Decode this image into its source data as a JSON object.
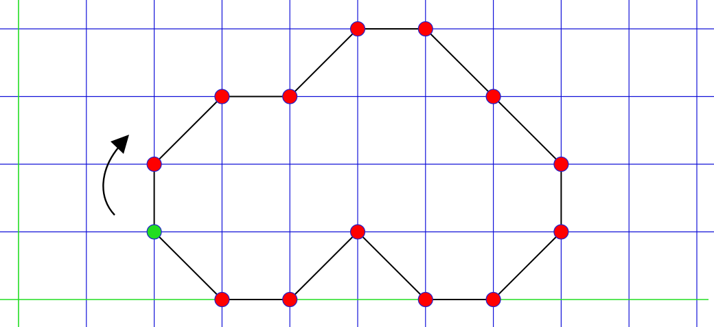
{
  "colors": {
    "background": "#ffffff",
    "grid_line": "#1010d8",
    "axis_line": "#22dd22",
    "contour": "#000000",
    "vertex_fill": "#ff0000",
    "vertex_stroke": "#2020cc",
    "start_vertex_fill": "#22dd22",
    "arrow": "#000000"
  },
  "grid": {
    "columns": 11,
    "rows": 5,
    "axis_column": 0,
    "axis_row": 4
  },
  "contour": {
    "closed": true,
    "start_vertex_index": 0,
    "traversal": "clockwise",
    "vertices": [
      {
        "col": 2,
        "row": 3
      },
      {
        "col": 2,
        "row": 2
      },
      {
        "col": 3,
        "row": 1
      },
      {
        "col": 4,
        "row": 1
      },
      {
        "col": 5,
        "row": 0
      },
      {
        "col": 6,
        "row": 0
      },
      {
        "col": 7,
        "row": 1
      },
      {
        "col": 8,
        "row": 2
      },
      {
        "col": 8,
        "row": 3
      },
      {
        "col": 7,
        "row": 4
      },
      {
        "col": 6,
        "row": 4
      },
      {
        "col": 5,
        "row": 3
      },
      {
        "col": 4,
        "row": 4
      },
      {
        "col": 3,
        "row": 4
      }
    ]
  },
  "direction_arrow": {
    "icon": "curved-arrow-up-icon",
    "meaning": "traversal-direction"
  }
}
